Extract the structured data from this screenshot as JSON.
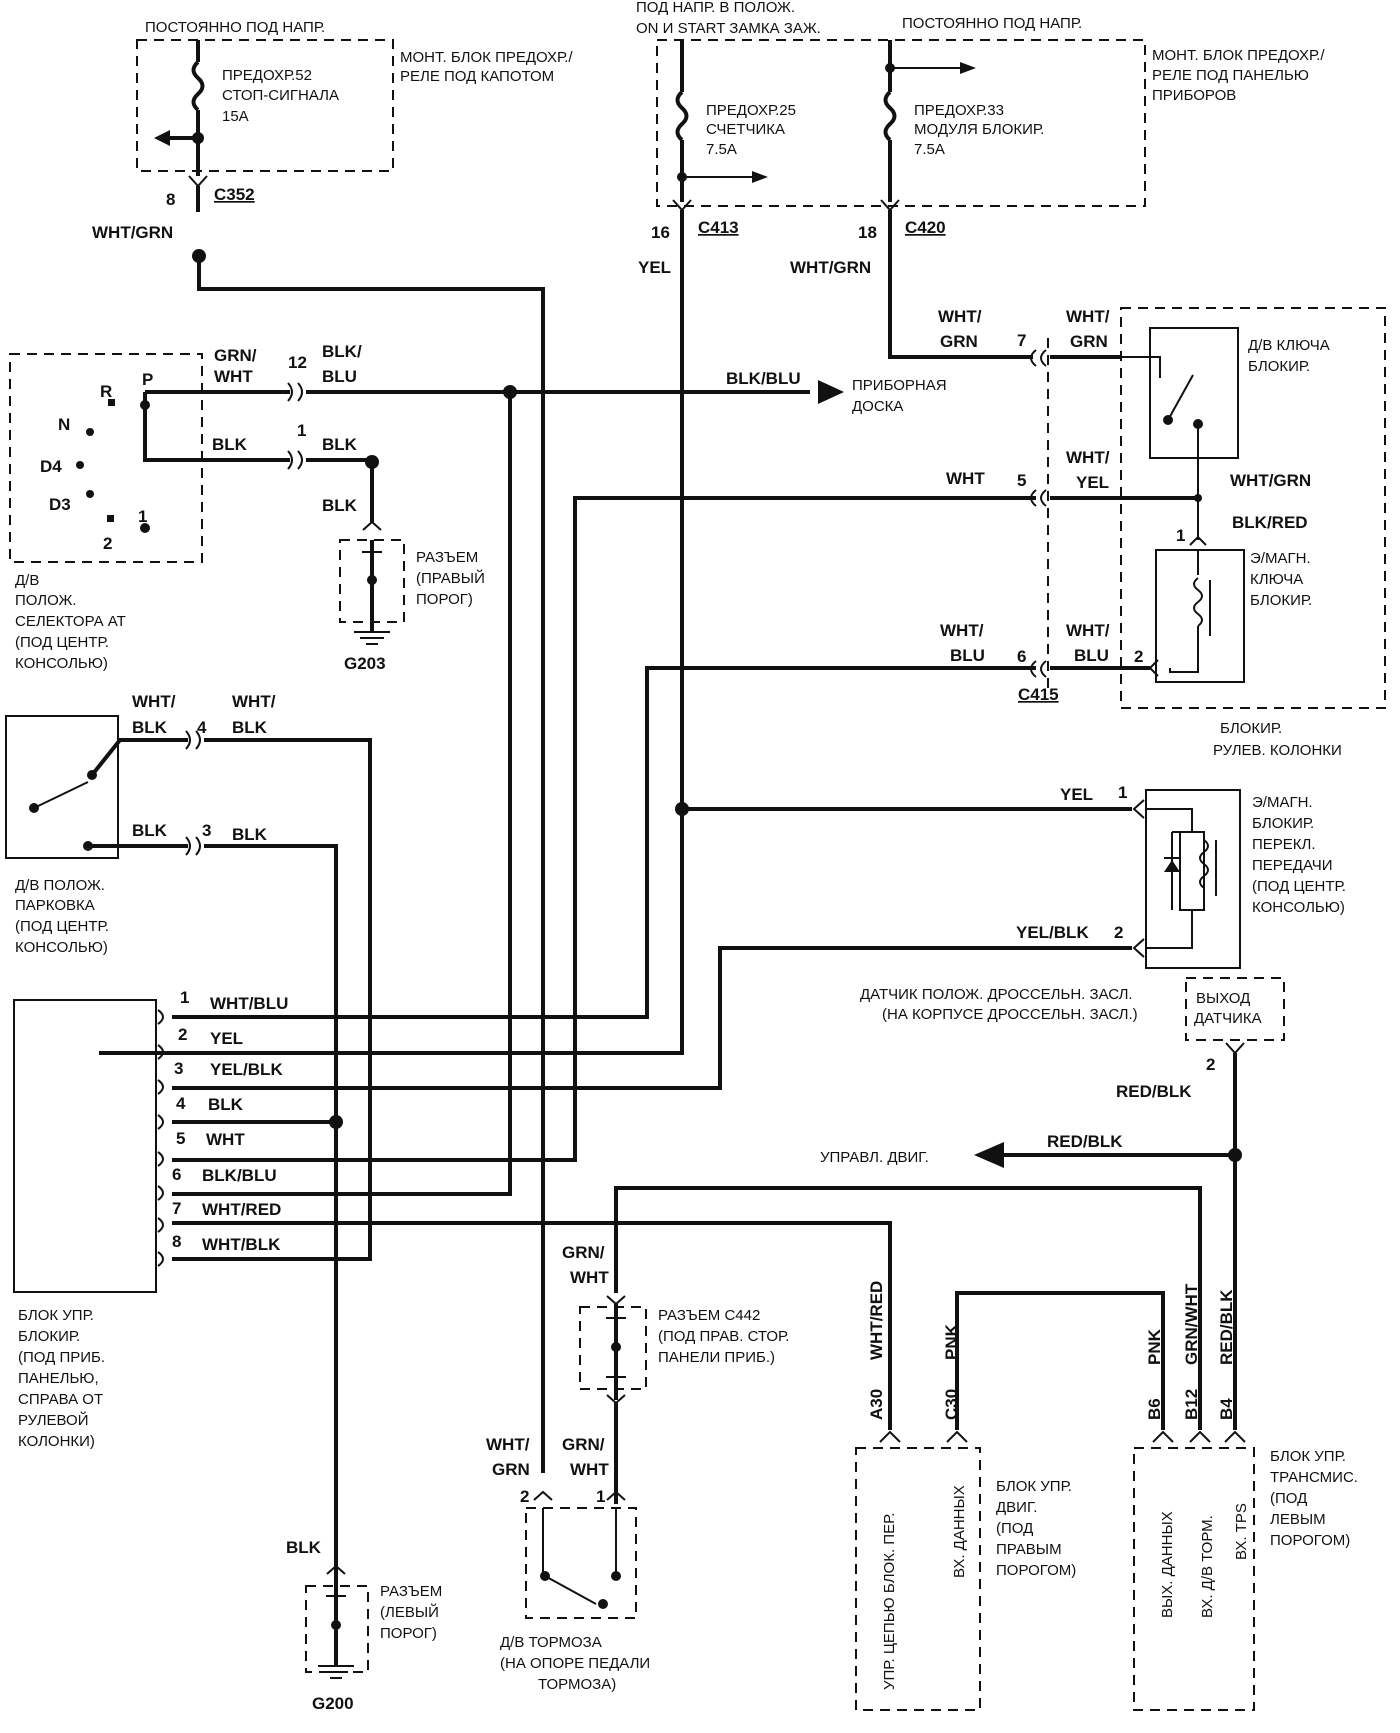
{
  "top": {
    "const_power_left": "ПОСТОЯННО ПОД НАПР.",
    "ign_power": [
      "ПОД НАПР. В ПОЛОЖ.",
      "ON И START ЗАМКА ЗАЖ."
    ],
    "const_power_right": "ПОСТОЯННО ПОД НАПР."
  },
  "underhood_box": [
    "МОНТ. БЛОК ПРЕДОХР./",
    "РЕЛЕ ПОД КАПОТОМ"
  ],
  "dash_box": [
    "МОНТ. БЛОК ПРЕДОХР./",
    "РЕЛЕ ПОД ПАНЕЛЬЮ",
    "ПРИБОРОВ"
  ],
  "fuses": {
    "f52": [
      "ПРЕДОХР.52",
      "СТОП-СИГНАЛА",
      "15А"
    ],
    "f25": [
      "ПРЕДОХР.25",
      "СЧЕТЧИКА",
      "7.5А"
    ],
    "f33": [
      "ПРЕДОХР.33",
      "МОДУЛЯ БЛОКИР.",
      "7.5А"
    ]
  },
  "connectors": {
    "c352": {
      "pin": "8",
      "name": "C352"
    },
    "c413": {
      "pin": "16",
      "name": "C413"
    },
    "c420": {
      "pin": "18",
      "name": "C420"
    },
    "c415": "C415"
  },
  "wires": {
    "wht_grn": "WHT/GRN",
    "yel": "YEL",
    "blk": "BLK",
    "blk_blu": "BLK/BLU",
    "wht": "WHT",
    "red_blk": "RED/BLK",
    "yel_blk": "YEL/BLK",
    "grn": "GRN",
    "blu": "BLU",
    "wht_red": "WHT/RED",
    "pnk": "PNK",
    "grn_wht": "GRN/WHT",
    "wht_slash": "WHT/",
    "grn_slash": "GRN/",
    "blk_slash": "BLK/"
  },
  "selector": {
    "positions": [
      "R",
      "P",
      "N",
      "D4",
      "D3",
      "1",
      "2"
    ],
    "pin12": "12",
    "pin1": "1",
    "label": [
      "Д/В",
      "ПОЛОЖ.",
      "СЕЛЕКТОРА АТ",
      "(ПОД ЦЕНТР.",
      "КОНСОЛЬЮ)"
    ]
  },
  "dashboard": [
    "ПРИБОРНАЯ",
    "ДОСКА"
  ],
  "g203": {
    "label": [
      "РАЗЪЕМ",
      "(ПРАВЫЙ",
      "ПОРОГ)"
    ],
    "name": "G203"
  },
  "g200": {
    "label": [
      "РАЗЪЕМ",
      "(ЛЕВЫЙ",
      "ПОРОГ)"
    ],
    "name": "G200"
  },
  "park_switch": {
    "pin4": "4",
    "pin3": "3",
    "label": [
      "Д/В ПОЛОЖ.",
      "ПАРКОВКА",
      "(ПОД ЦЕНТР.",
      "КОНСОЛЬЮ)"
    ]
  },
  "key_switch": [
    "Д/В КЛЮЧА",
    "БЛОКИР."
  ],
  "key_solenoid": [
    "Э/МАГН.",
    "КЛЮЧА",
    "БЛОКИР."
  ],
  "steering_lock": [
    "БЛОКИР.",
    "РУЛЕВ. КОЛОНКИ"
  ],
  "c415_pins": [
    "7",
    "5",
    "6"
  ],
  "solenoid_pins": [
    "1",
    "2"
  ],
  "shift_solenoid": [
    "Э/МАГН.",
    "БЛОКИР.",
    "ПЕРЕКЛ.",
    "ПЕРЕДАЧИ",
    "(ПОД ЦЕНТР.",
    "КОНСОЛЬЮ)"
  ],
  "tps": {
    "label": [
      "ДАТЧИК ПОЛОЖ. ДРОССЕЛЬН. ЗАСЛ.",
      "(НА КОРПУСЕ ДРОССЕЛЬН. ЗАСЛ.)"
    ],
    "box": [
      "ВЫХОД",
      "ДАТЧИКА"
    ],
    "pin": "2"
  },
  "engine_ctrl": "УПРАВЛ. ДВИГ.",
  "lock_unit": {
    "pins": [
      {
        "n": "1",
        "wire": "WHT/BLU"
      },
      {
        "n": "2",
        "wire": "YEL"
      },
      {
        "n": "3",
        "wire": "YEL/BLK"
      },
      {
        "n": "4",
        "wire": "BLK"
      },
      {
        "n": "5",
        "wire": "WHT"
      },
      {
        "n": "6",
        "wire": "BLK/BLU"
      },
      {
        "n": "7",
        "wire": "WHT/RED"
      },
      {
        "n": "8",
        "wire": "WHT/BLK"
      }
    ],
    "label": [
      "БЛОК УПР.",
      "БЛОКИР.",
      "(ПОД ПРИБ.",
      "ПАНЕЛЬЮ,",
      "СПРАВА ОТ",
      "РУЛЕВОЙ",
      "КОЛОНКИ)"
    ]
  },
  "c442": [
    "РАЗЪЕМ C442",
    "(ПОД ПРАВ. СТОР.",
    "ПАНЕЛИ ПРИБ.)"
  ],
  "brake_switch": {
    "pins": [
      "2",
      "1"
    ],
    "label": [
      "Д/В ТОРМОЗА",
      "(НА ОПОРЕ ПЕДАЛИ",
      "ТОРМОЗА)"
    ]
  },
  "ecm": {
    "pins": [
      "A30",
      "C30"
    ],
    "inner": [
      "УПР. ЦЕПЬЮ БЛОК. ПЕР.",
      "ВХ. ДАННЫХ"
    ],
    "label": [
      "БЛОК УПР.",
      "ДВИГ.",
      "(ПОД",
      "ПРАВЫМ",
      "ПОРОГОМ)"
    ]
  },
  "tcm": {
    "pins": [
      "B6",
      "B12",
      "B4"
    ],
    "inner": [
      "ВЫХ. ДАННЫХ",
      "ВХ. Д/В ТОРМ.",
      "ВХ. TPS"
    ],
    "label": [
      "БЛОК УПР.",
      "ТРАНСМИС.",
      "(ПОД",
      "ЛЕВЫМ",
      "ПОРОГОМ)"
    ]
  }
}
